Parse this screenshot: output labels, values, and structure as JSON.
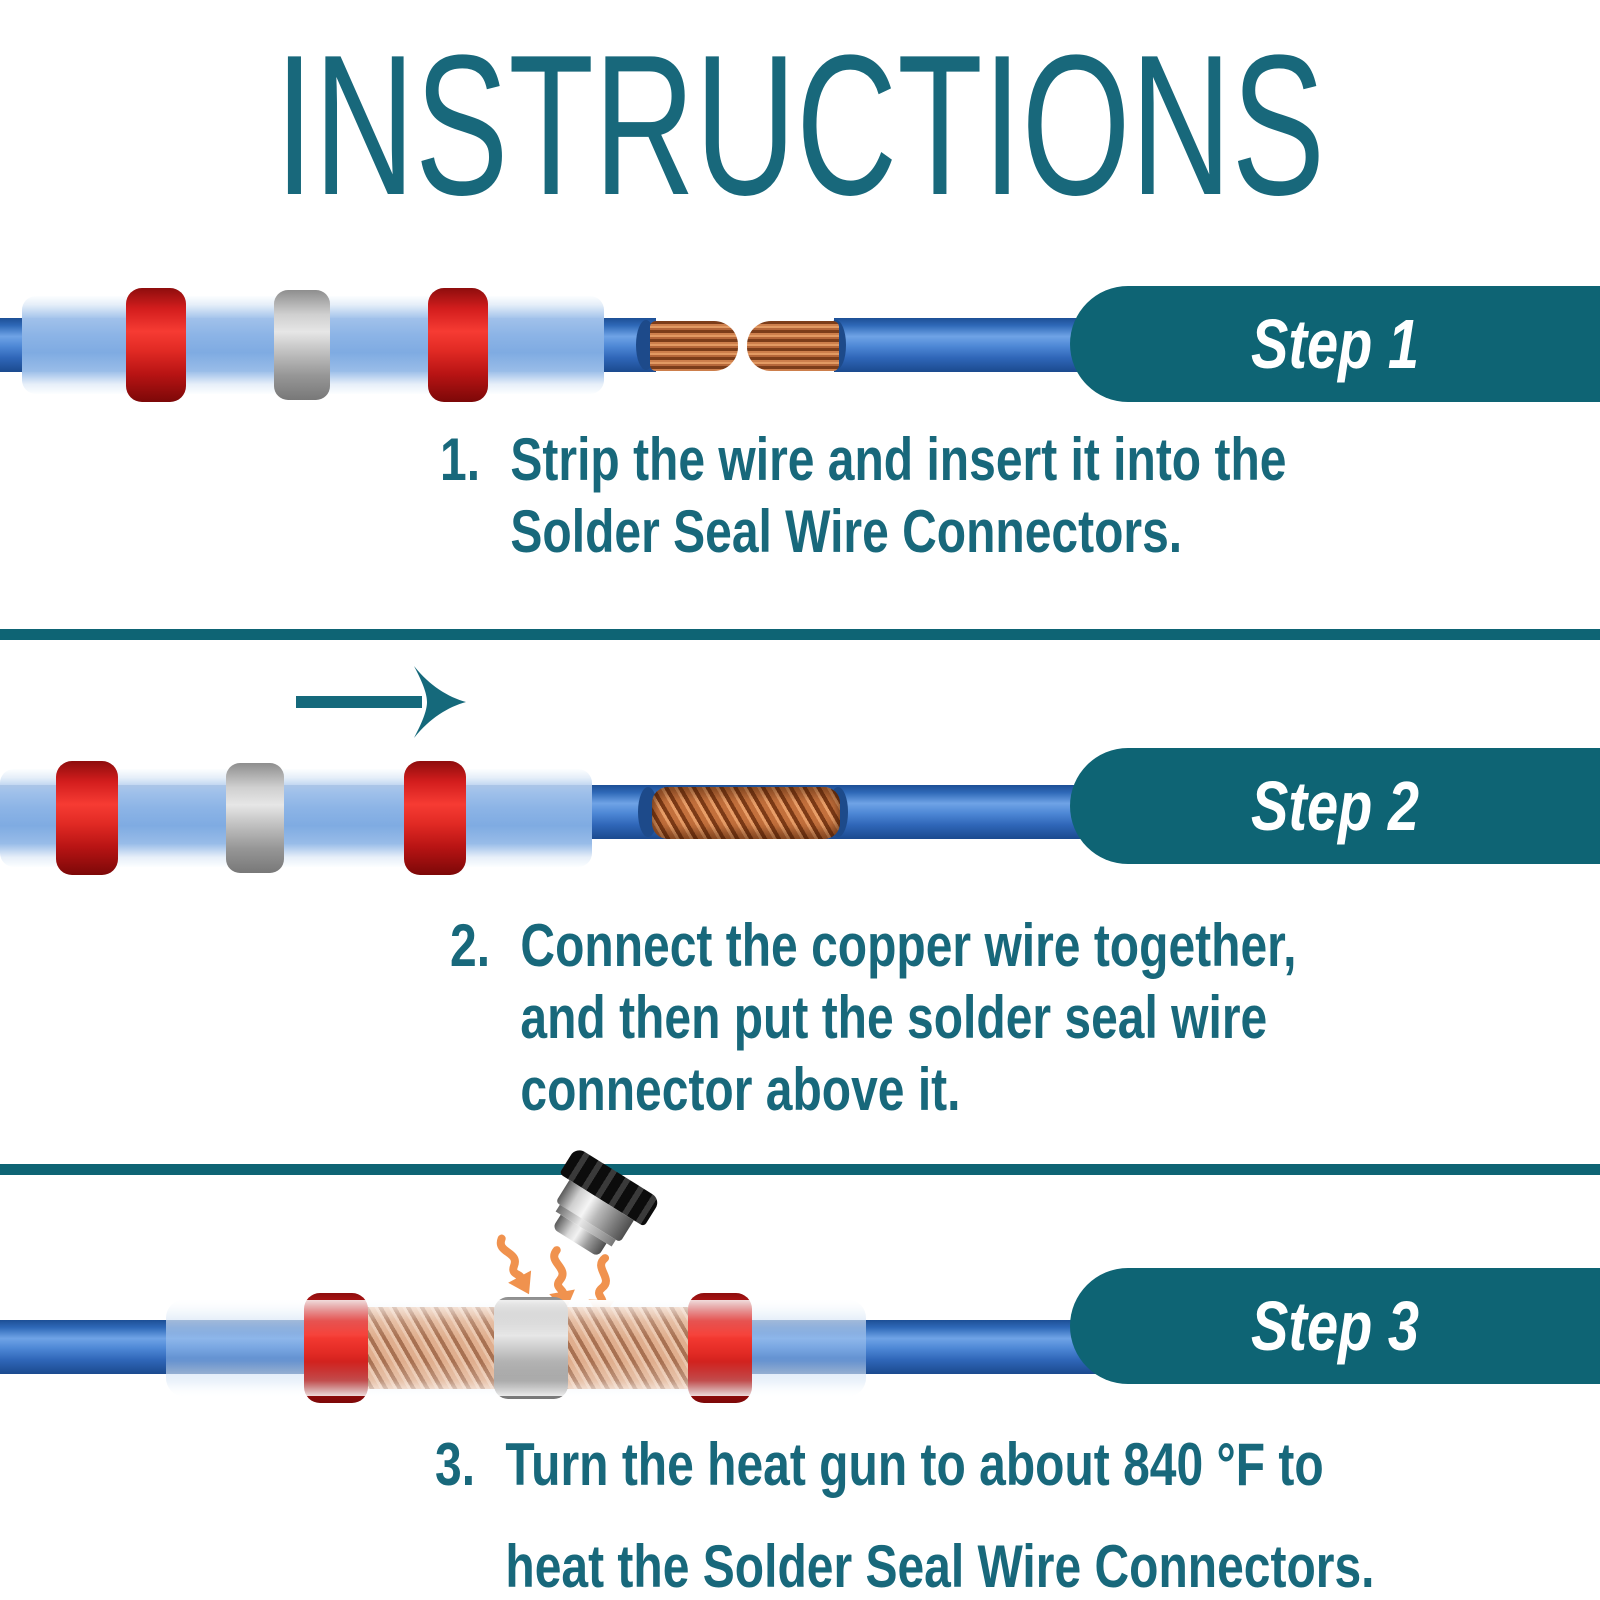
{
  "title": "INSTRUCTIONS",
  "colors": {
    "accent_teal": "#18687b",
    "pill_teal": "#0e6474",
    "wire_blue": "#3b76c9",
    "connector_red": "#e02424",
    "solder_ring_gray": "#bdbdbd",
    "copper": "#c3703c",
    "heat_arrow_orange": "#f0924e",
    "background": "#ffffff"
  },
  "steps": [
    {
      "label": "Step 1",
      "number": "1.",
      "lines": [
        "Strip the wire and insert it into the",
        "Solder Seal Wire Connectors."
      ]
    },
    {
      "label": "Step 2",
      "number": "2.",
      "lines": [
        "Connect the copper wire together,",
        "and then put the solder seal wire",
        "connector above it."
      ]
    },
    {
      "label": "Step 3",
      "number": "3.",
      "lines": [
        "Turn the heat gun to about 840 °F to",
        "heat the Solder Seal Wire Connectors."
      ]
    }
  ],
  "icons": {
    "step2_direction": "right-arrow-icon",
    "heating_tool": "heat-gun-icon",
    "heat_flow": "heat-arrow-icon"
  }
}
